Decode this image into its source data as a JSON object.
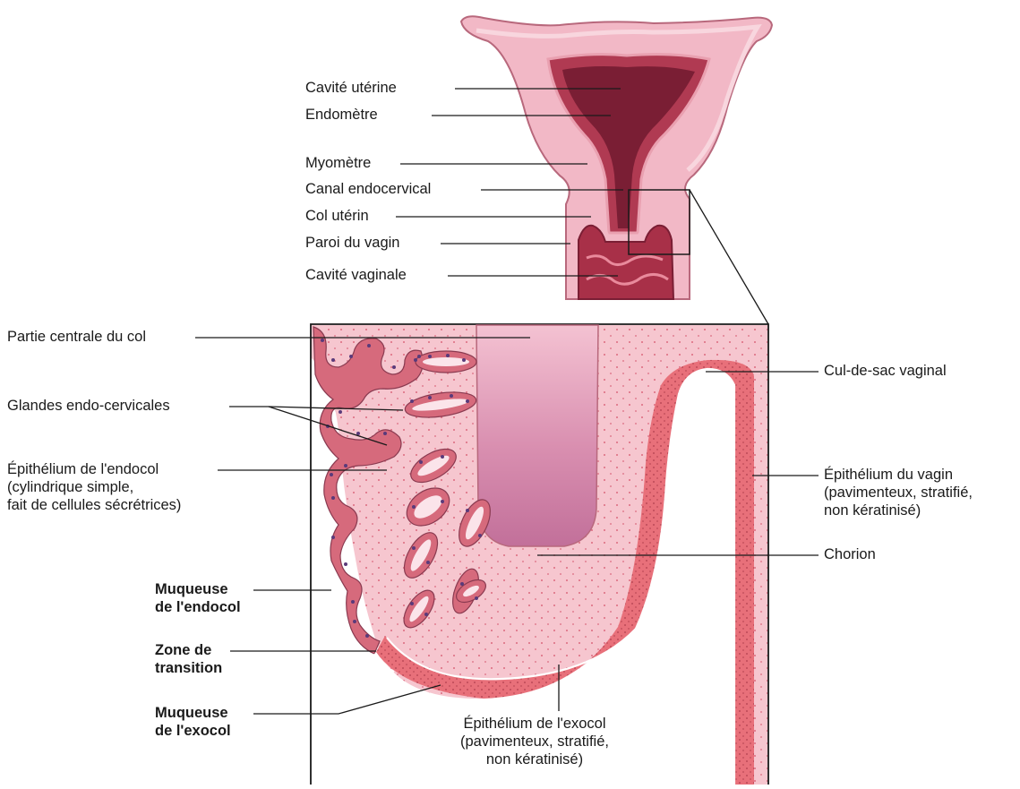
{
  "colors": {
    "uterus_wall": "#f2b8c6",
    "uterus_outline": "#b8687c",
    "endometrium": "#b03a52",
    "cavity": "#7a1e34",
    "stroma": "#f6c6cf",
    "stroma_dots": "#d0415c",
    "squamous_epithelium": "#e8707a",
    "gland_cells": "#d66a7c",
    "gland_nuclei": "#5a3a7a",
    "central_part": "#d78aa8",
    "leader_line": "#1a1a1a"
  },
  "labels": {
    "cavite_uterine": "Cavité utérine",
    "endometre": "Endomètre",
    "myometre": "Myomètre",
    "canal_endocervical": "Canal endocervical",
    "col_uterin": "Col utérin",
    "paroi_vagin": "Paroi du vagin",
    "cavite_vaginale": "Cavité vaginale",
    "partie_centrale": "Partie centrale du col",
    "glandes": "Glandes endo-cervicales",
    "epith_endocol": [
      "Épithélium de l'endocol",
      "(cylindrique simple,",
      "fait de cellules sécrétrices)"
    ],
    "muqueuse_endocol": [
      "Muqueuse",
      "de l'endocol"
    ],
    "zone_transition": [
      "Zone de",
      "transition"
    ],
    "muqueuse_exocol": [
      "Muqueuse",
      "de l'exocol"
    ],
    "epith_exocol": [
      "Épithélium de l'exocol",
      "(pavimenteux, stratifié,",
      "non kératinisé)"
    ],
    "cul_de_sac": "Cul-de-sac vaginal",
    "epith_vagin": [
      "Épithélium du vagin",
      "(pavimenteux, stratifié,",
      "non kératinisé)"
    ],
    "chorion": "Chorion"
  }
}
